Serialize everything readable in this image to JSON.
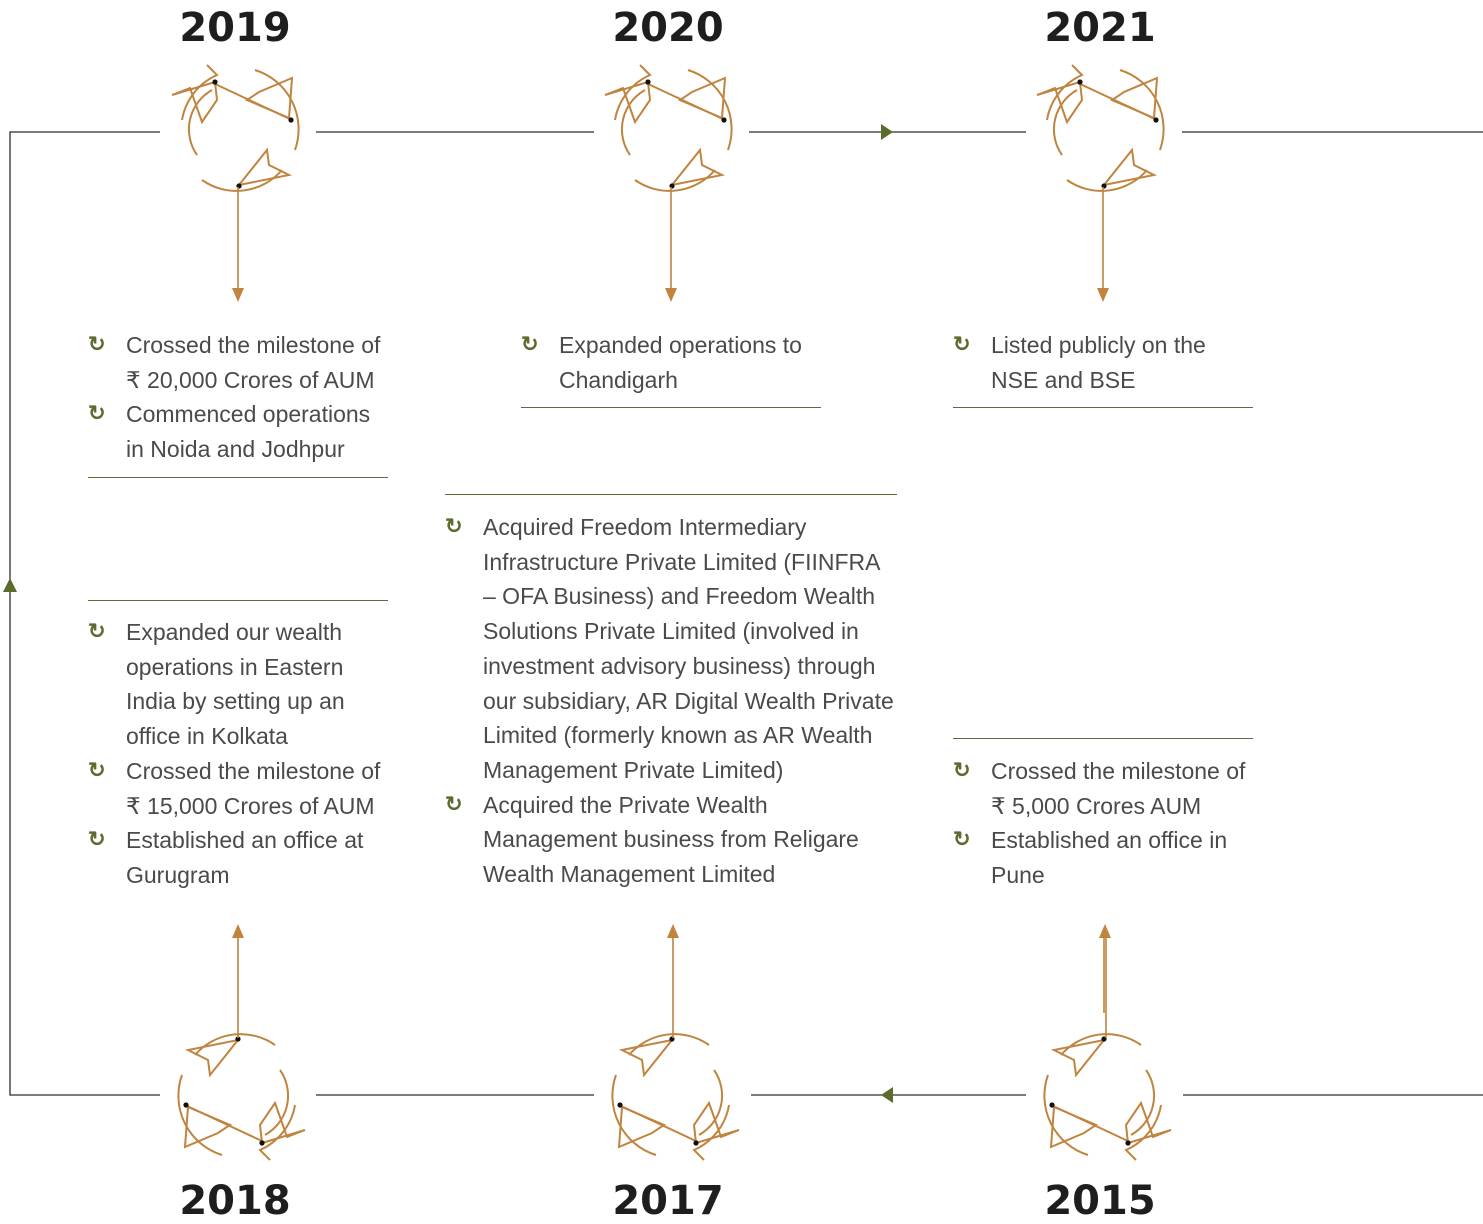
{
  "milestones": {
    "y2019": {
      "year": "2019",
      "items": [
        "Crossed the milestone of ₹ 20,000 Crores of AUM",
        "Commenced operations in Noida and Jodhpur"
      ]
    },
    "y2020": {
      "year": "2020",
      "items": [
        "Expanded operations to Chandigarh"
      ]
    },
    "y2021": {
      "year": "2021",
      "items": [
        "Listed publicly on the NSE and BSE"
      ]
    },
    "y2018": {
      "year": "2018",
      "items": [
        "Expanded our wealth operations in Eastern India by setting up an office in Kolkata",
        "Crossed the milestone of ₹ 15,000 Crores of AUM",
        "Established an office at Gurugram"
      ]
    },
    "y2017": {
      "year": "2017",
      "items": [
        "Acquired Freedom Intermediary Infrastructure Private Limited (FIINFRA – OFA Business) and Freedom Wealth Solutions Private Limited (involved in investment advisory business) through our subsidiary, AR Digital Wealth Private Limited (formerly known as AR Wealth Management Private Limited)",
        "Acquired the Private Wealth Management business from Religare Wealth Management Limited"
      ]
    },
    "y2015": {
      "year": "2015",
      "items": [
        "Crossed the milestone of ₹ 5,000 Crores AUM",
        "Established an office in Pune"
      ]
    }
  },
  "icons": {
    "cycle": "circular-arrows-icon",
    "bullet": "refresh-icon"
  },
  "colors": {
    "timeline_line": "#2d2d2d",
    "timeline_arrow": "#5a6b2c",
    "cycle_icon": "#c0843f",
    "connector": "#c0843f",
    "divider": "#5f6b34",
    "bullet": "#5c6b30",
    "year_text": "#1e1e1e",
    "body_text": "#4a4a4a"
  }
}
